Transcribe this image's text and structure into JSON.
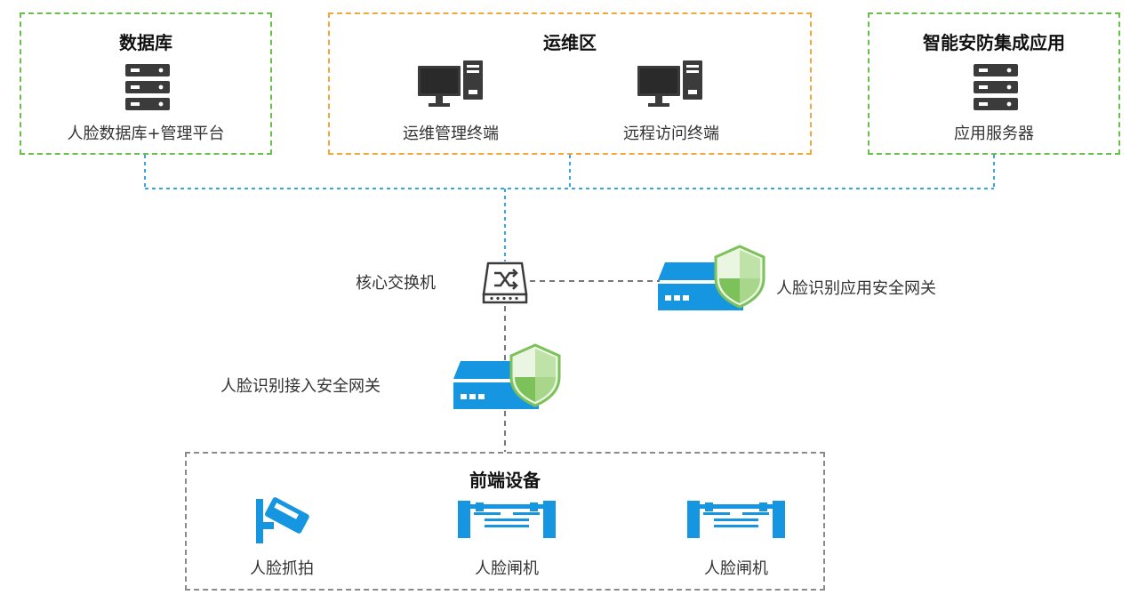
{
  "zones": {
    "database": {
      "title": "数据库",
      "device": "人脸数据库+管理平台",
      "icon": "server-icon"
    },
    "ops": {
      "title": "运维区",
      "devices": [
        {
          "label": "运维管理终端",
          "icon": "workstation-icon"
        },
        {
          "label": "远程访问终端",
          "icon": "workstation-icon"
        }
      ]
    },
    "security_app": {
      "title": "智能安防集成应用",
      "device": "应用服务器",
      "icon": "server-icon"
    },
    "frontend": {
      "title": "前端设备",
      "devices": [
        {
          "label": "人脸抓拍",
          "icon": "camera-icon"
        },
        {
          "label": "人脸闸机",
          "icon": "turnstile-icon"
        },
        {
          "label": "人脸闸机",
          "icon": "turnstile-icon"
        }
      ]
    }
  },
  "core_switch": {
    "label": "核心交换机",
    "icon": "switch-icon"
  },
  "app_gateway": {
    "label": "人脸识别应用安全网关",
    "icon": "gateway-shield-icon"
  },
  "access_gateway": {
    "label": "人脸识别接入安全网关",
    "icon": "gateway-shield-icon"
  },
  "colors": {
    "zone_green": "#6abf4b",
    "zone_orange": "#f3a73b",
    "zone_gray": "#8a8a8a",
    "link_blue": "#3aa5e4",
    "link_gray": "#777777",
    "device_blue": "#1696e0",
    "shield_green": "#7dc15a",
    "icon_dark": "#3b3b3b"
  }
}
